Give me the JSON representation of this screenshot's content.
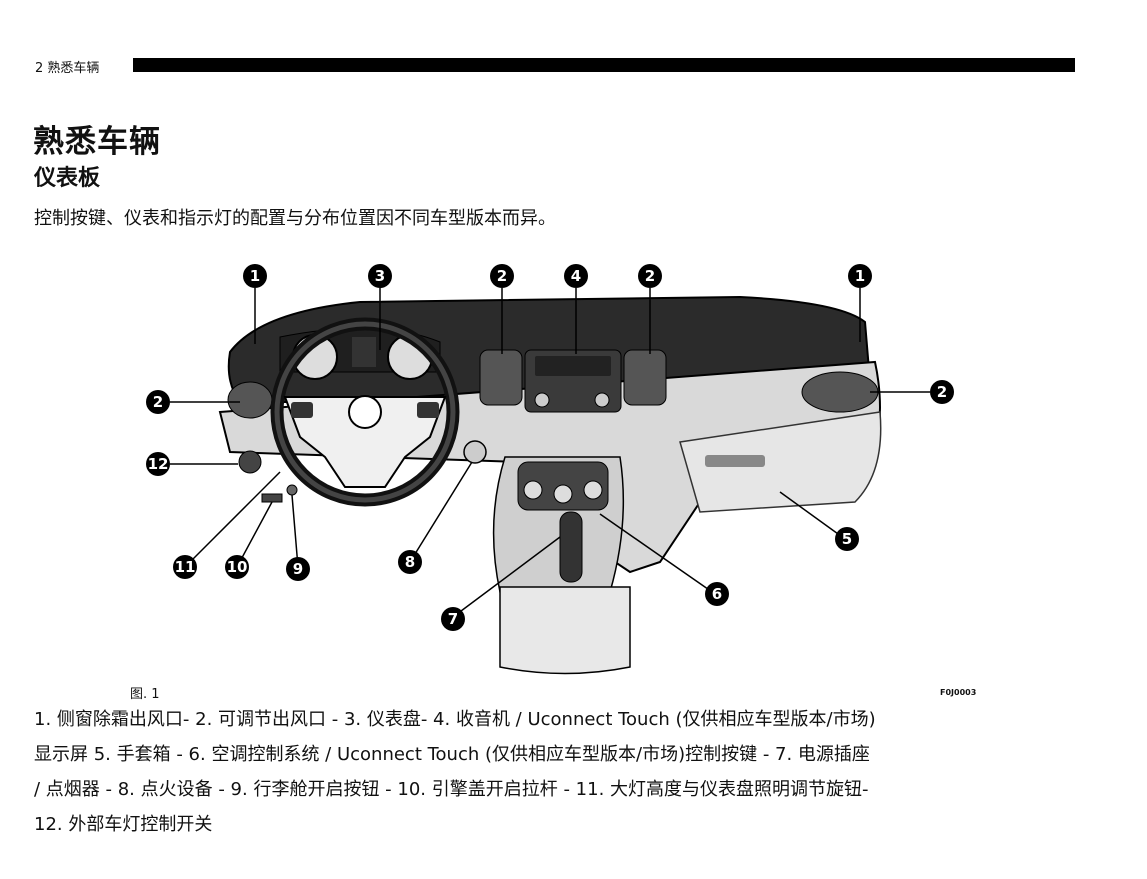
{
  "header": {
    "page_label": "2 熟悉车辆"
  },
  "chapter_title": "熟悉车辆",
  "section_title": "仪表板",
  "intro": "控制按键、仪表和指示灯的配置与分布位置因不同车型版本而异。",
  "figure": {
    "caption": "图. 1",
    "code": "F0J0003",
    "callouts": [
      "1",
      "3",
      "2",
      "4",
      "2",
      "1",
      "2",
      "2",
      "12",
      "11",
      "10",
      "9",
      "8",
      "7",
      "6",
      "5"
    ]
  },
  "legend_lines": [
    "1. 侧窗除霜出风口- 2. 可调节出风口 - 3. 仪表盘- 4. 收音机 / Uconnect Touch  (仅供相应车型版本/市场)",
    "显示屏 5. 手套箱 - 6. 空调控制系统 / Uconnect Touch  (仅供相应车型版本/市场)控制按键 - 7. 电源插座",
    "/ 点烟器 - 8. 点火设备 - 9. 行李舱开启按钮 - 10. 引擎盖开启拉杆 - 11. 大灯高度与仪表盘照明调节旋钮-",
    "12. 外部车灯控制开关"
  ]
}
